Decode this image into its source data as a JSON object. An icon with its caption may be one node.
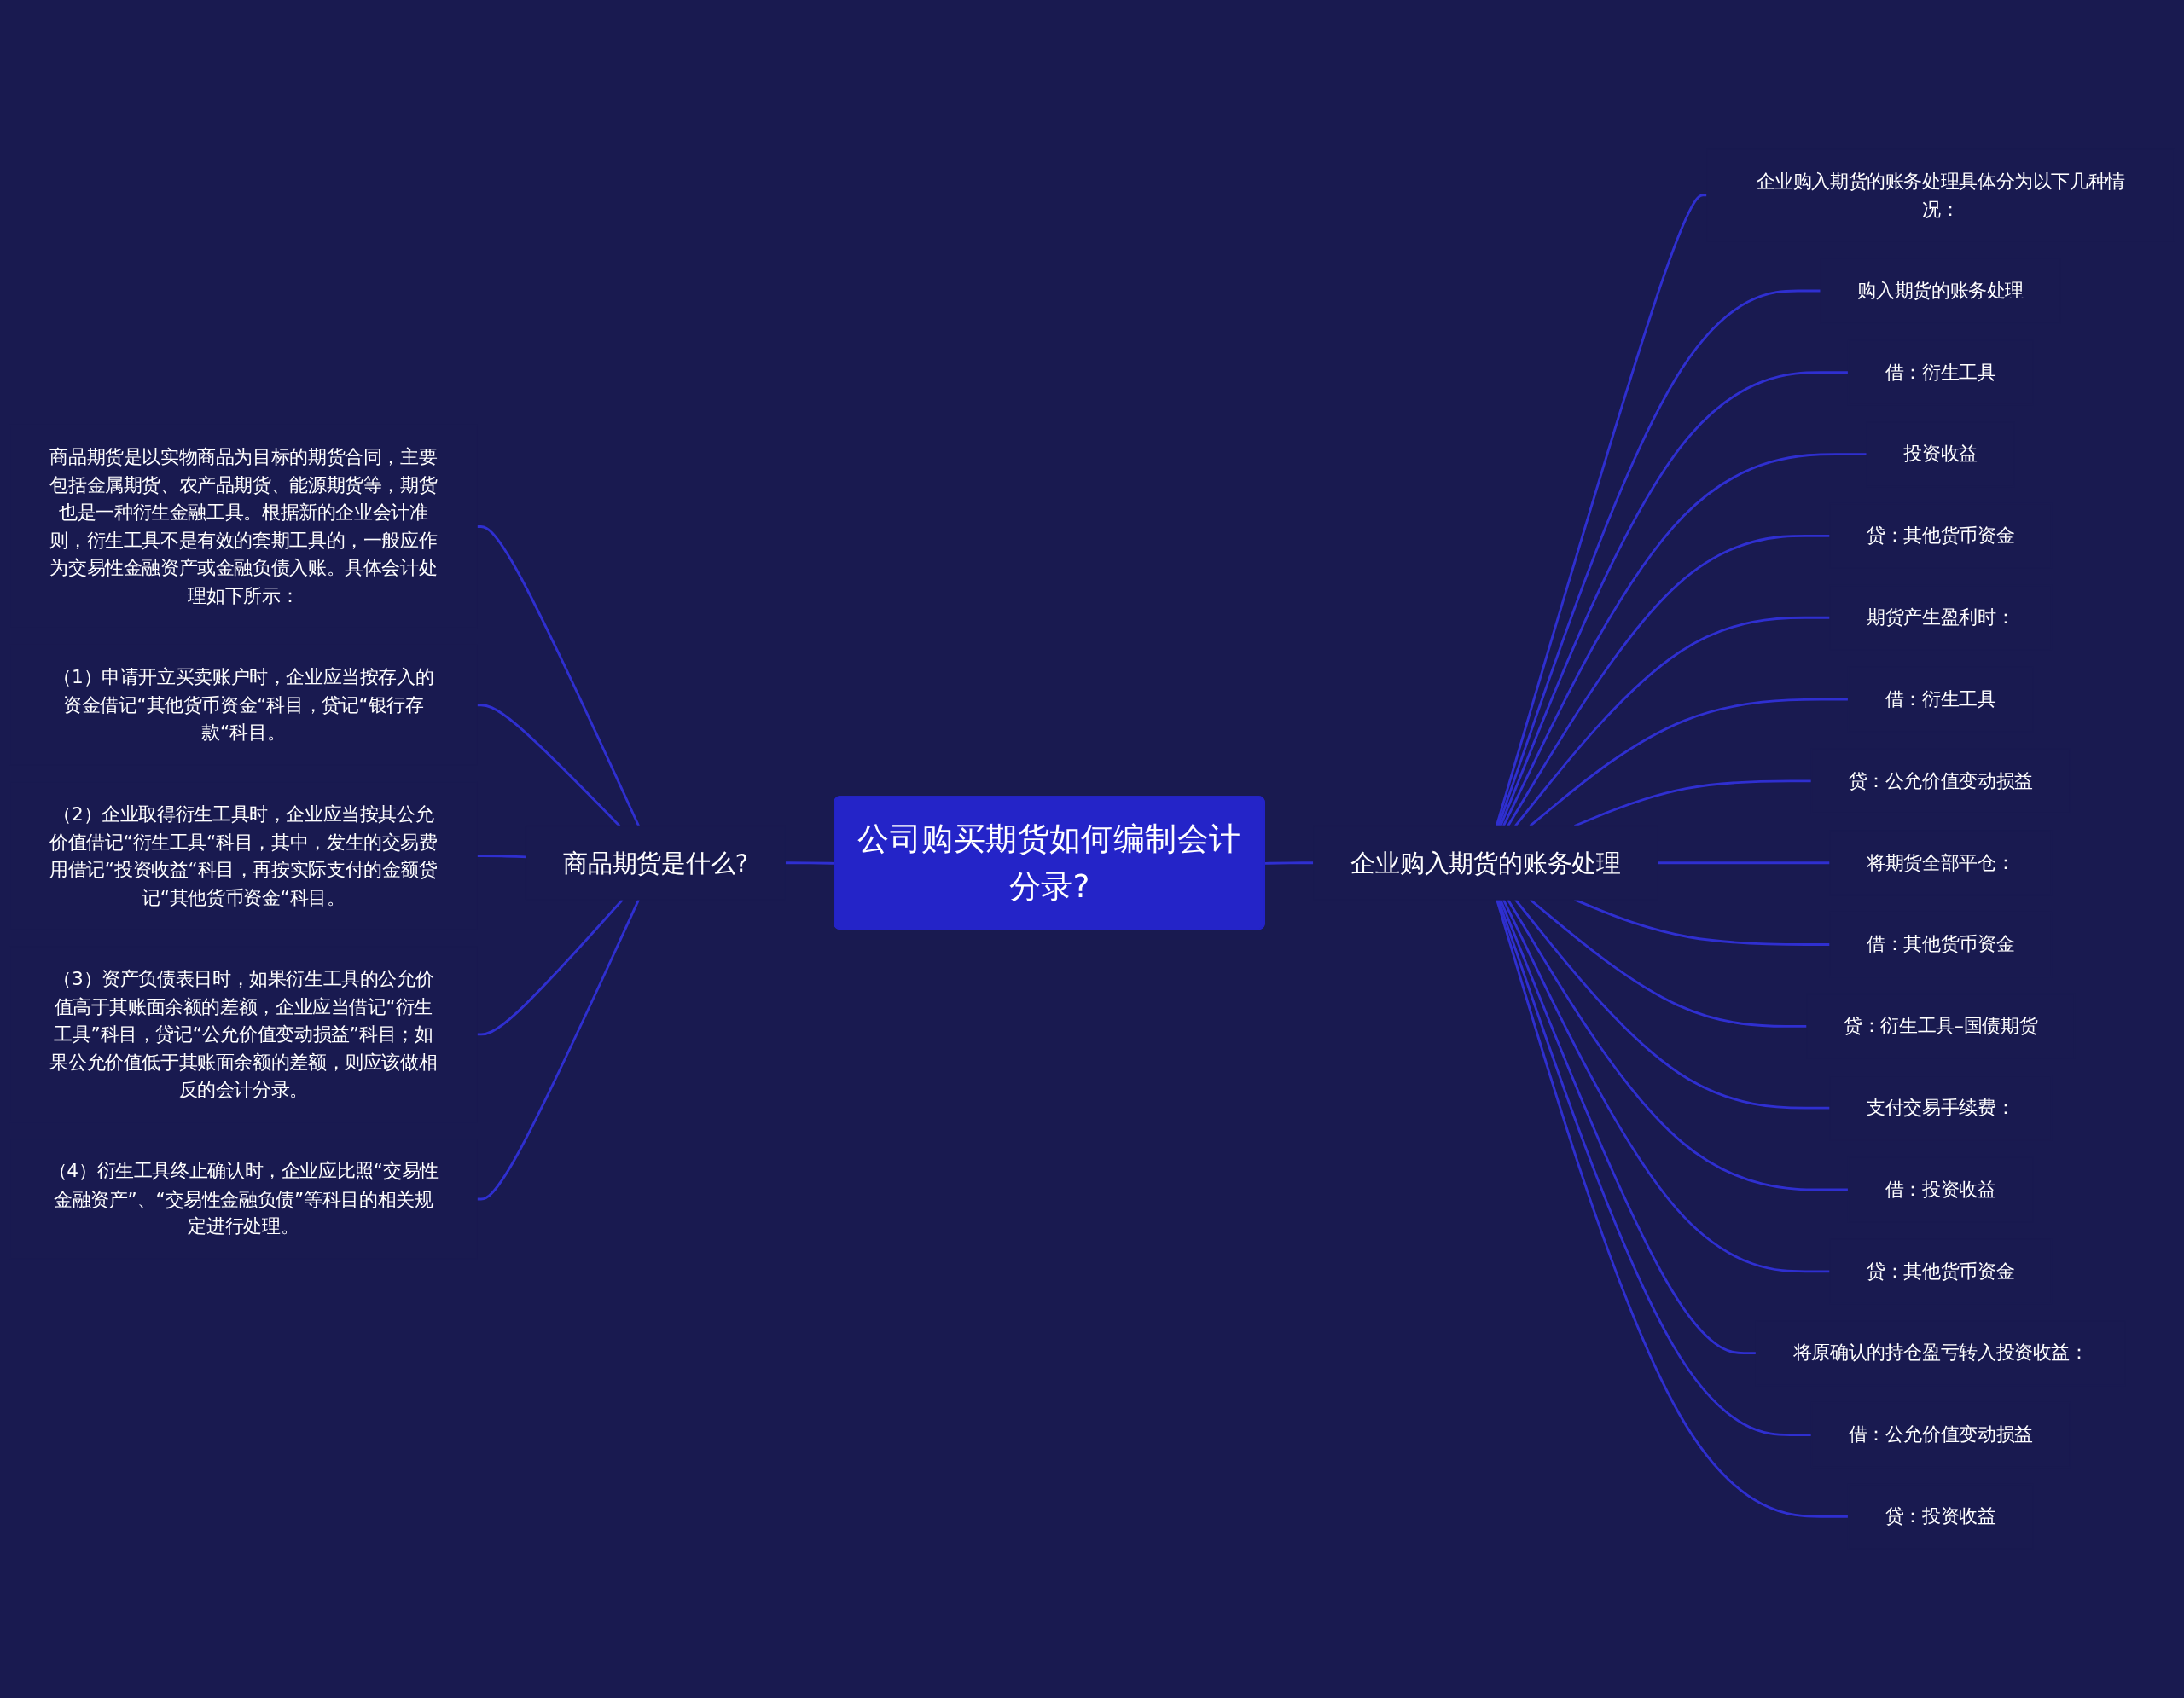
{
  "diagram": {
    "nodes": [
      {
        "text": [
          "公司购买期货如何编制会计分录?"
        ]
      },
      {
        "text": [
          "商品期货是什么?"
        ]
      },
      {
        "text": [
          "商品期货是以实物商品为目标的期货合同，主要包括金属期货、农产品期货、能源期货等，期货也是一种衍生金融工具。根据新的企业会计准则，衍生工具不是有效的套期工具的，一般应作为交易性金融资产或金融负债入账。具体会计处理如下所示："
        ]
      },
      {
        "text": [
          "（1）申请开立买卖账户时，企业应当按存入的资金借记“其他货币资金“科目，贷记“银行存款“科目。"
        ]
      },
      {
        "text": [
          "（2）企业取得衍生工具时，企业应当按其公允价值借记“衍生工具“科目，其中，发生的交易费用借记“投资收益“科目，再按实际支付的金额贷记“其他货币资金“科目。"
        ]
      },
      {
        "text": [
          "（3）资产负债表日时，如果衍生工具的公允价值高于其账面余额的差额，企业应当借记“衍生工具”科目，贷记“公允价值变动损益”科目；如果公允价值低于其账面余额的差额，则应该做相反的会计分录。"
        ]
      },
      {
        "text": [
          "（4）衍生工具终止确认时，企业应比照“交易性金融资产”、“交易性金融负债”等科目的相关规定进行处理。"
        ]
      },
      {
        "text": [
          "企业购入期货的账务处理"
        ]
      },
      {
        "text": [
          "企业购入期货的账务处理具体分为以下几种情况："
        ]
      },
      {
        "text": [
          "购入期货的账务处理"
        ]
      },
      {
        "text": [
          "借：衍生工具"
        ]
      },
      {
        "text": [
          "投资收益"
        ]
      },
      {
        "text": [
          "贷：其他货币资金"
        ]
      },
      {
        "text": [
          "期货产生盈利时："
        ]
      },
      {
        "text": [
          "借：衍生工具"
        ]
      },
      {
        "text": [
          "贷：公允价值变动损益"
        ]
      },
      {
        "text": [
          "将期货全部平仓："
        ]
      },
      {
        "text": [
          "借：其他货币资金"
        ]
      },
      {
        "text": [
          "贷：衍生工具–国债期货"
        ]
      },
      {
        "text": [
          "支付交易手续费："
        ]
      },
      {
        "text": [
          "借：投资收益"
        ]
      },
      {
        "text": [
          "贷：其他货币资金"
        ]
      },
      {
        "text": [
          "将原确认的持仓盈亏转入投资收益："
        ]
      },
      {
        "text": [
          "借：公允价值变动损益"
        ]
      },
      {
        "text": [
          "贷：投资收益"
        ]
      }
    ],
    "edges": [
      {
        "from": 0,
        "to": 1,
        "arrow": "none"
      },
      {
        "from": 1,
        "to": 2,
        "arrow": "none"
      },
      {
        "from": 1,
        "to": 3,
        "arrow": "none"
      },
      {
        "from": 1,
        "to": 4,
        "arrow": "none"
      },
      {
        "from": 1,
        "to": 5,
        "arrow": "none"
      },
      {
        "from": 1,
        "to": 6,
        "arrow": "none"
      },
      {
        "from": 0,
        "to": 7,
        "arrow": "none"
      },
      {
        "from": 7,
        "to": 8,
        "arrow": "none"
      },
      {
        "from": 7,
        "to": 9,
        "arrow": "none"
      },
      {
        "from": 7,
        "to": 10,
        "arrow": "none"
      },
      {
        "from": 7,
        "to": 11,
        "arrow": "none"
      },
      {
        "from": 7,
        "to": 12,
        "arrow": "none"
      },
      {
        "from": 7,
        "to": 13,
        "arrow": "none"
      },
      {
        "from": 7,
        "to": 14,
        "arrow": "none"
      },
      {
        "from": 7,
        "to": 15,
        "arrow": "none"
      },
      {
        "from": 7,
        "to": 16,
        "arrow": "none"
      },
      {
        "from": 7,
        "to": 17,
        "arrow": "none"
      },
      {
        "from": 7,
        "to": 18,
        "arrow": "none"
      },
      {
        "from": 7,
        "to": 19,
        "arrow": "none"
      },
      {
        "from": 7,
        "to": 20,
        "arrow": "none"
      },
      {
        "from": 7,
        "to": 21,
        "arrow": "none"
      },
      {
        "from": 7,
        "to": 22,
        "arrow": "none"
      },
      {
        "from": 7,
        "to": 23,
        "arrow": "none"
      },
      {
        "from": 7,
        "to": 24,
        "arrow": "none"
      }
    ]
  }
}
